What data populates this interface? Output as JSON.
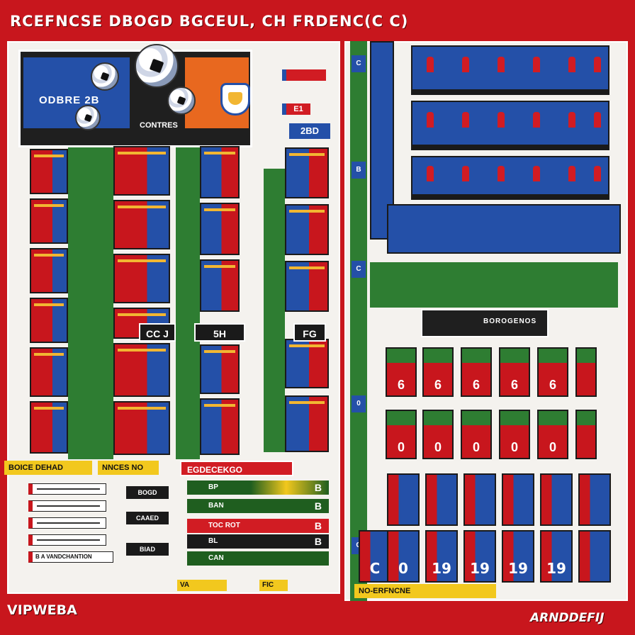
{
  "header": {
    "title": "RCEFNCSE DBOGD BGCEUL, CH FRDENC(C C)"
  },
  "footer": {
    "left_logo": "VIPWEBA",
    "right_logo": "ARNDDEFIJ"
  },
  "left_panel": {
    "scoreboard": {
      "team_code": "ODBRE 2B",
      "center_label": "CONTRES"
    },
    "tags": {
      "red_1": "",
      "red_2": "E1",
      "blue_1": "2BD"
    },
    "mid_labels": [
      "CC J",
      "5H",
      "FG"
    ],
    "yellow_banners": [
      "BOICE DEHAD",
      "NNCES NO"
    ],
    "menu_last": "B A VANDCHANTION",
    "black_buttons": [
      "BOGD",
      "CAAED",
      "BIAD"
    ],
    "stats": {
      "header": "EGDECEKGO",
      "rows": [
        {
          "label": "BP",
          "value": "B"
        },
        {
          "label": "BAN",
          "value": "B"
        },
        {
          "label": "TOC ROT",
          "value": "B"
        },
        {
          "label": "BL",
          "value": "B"
        },
        {
          "label": "CAN",
          "value": ""
        }
      ]
    },
    "bottom_tags": [
      "VA",
      "FIC"
    ]
  },
  "right_panel": {
    "rail_badges": [
      "C",
      "B",
      "C",
      "0",
      "C"
    ],
    "jersey_numbers": [
      "C",
      "0",
      "19",
      "19",
      "19",
      "19"
    ],
    "bottom_banner": "NO-ERFNCNE",
    "score_strip": "BOROGENOS"
  },
  "colors": {
    "brand_red": "#c8161d",
    "brand_blue": "#2450a8",
    "pitch_green": "#2e7d32",
    "accent_yellow": "#f2c81e"
  }
}
